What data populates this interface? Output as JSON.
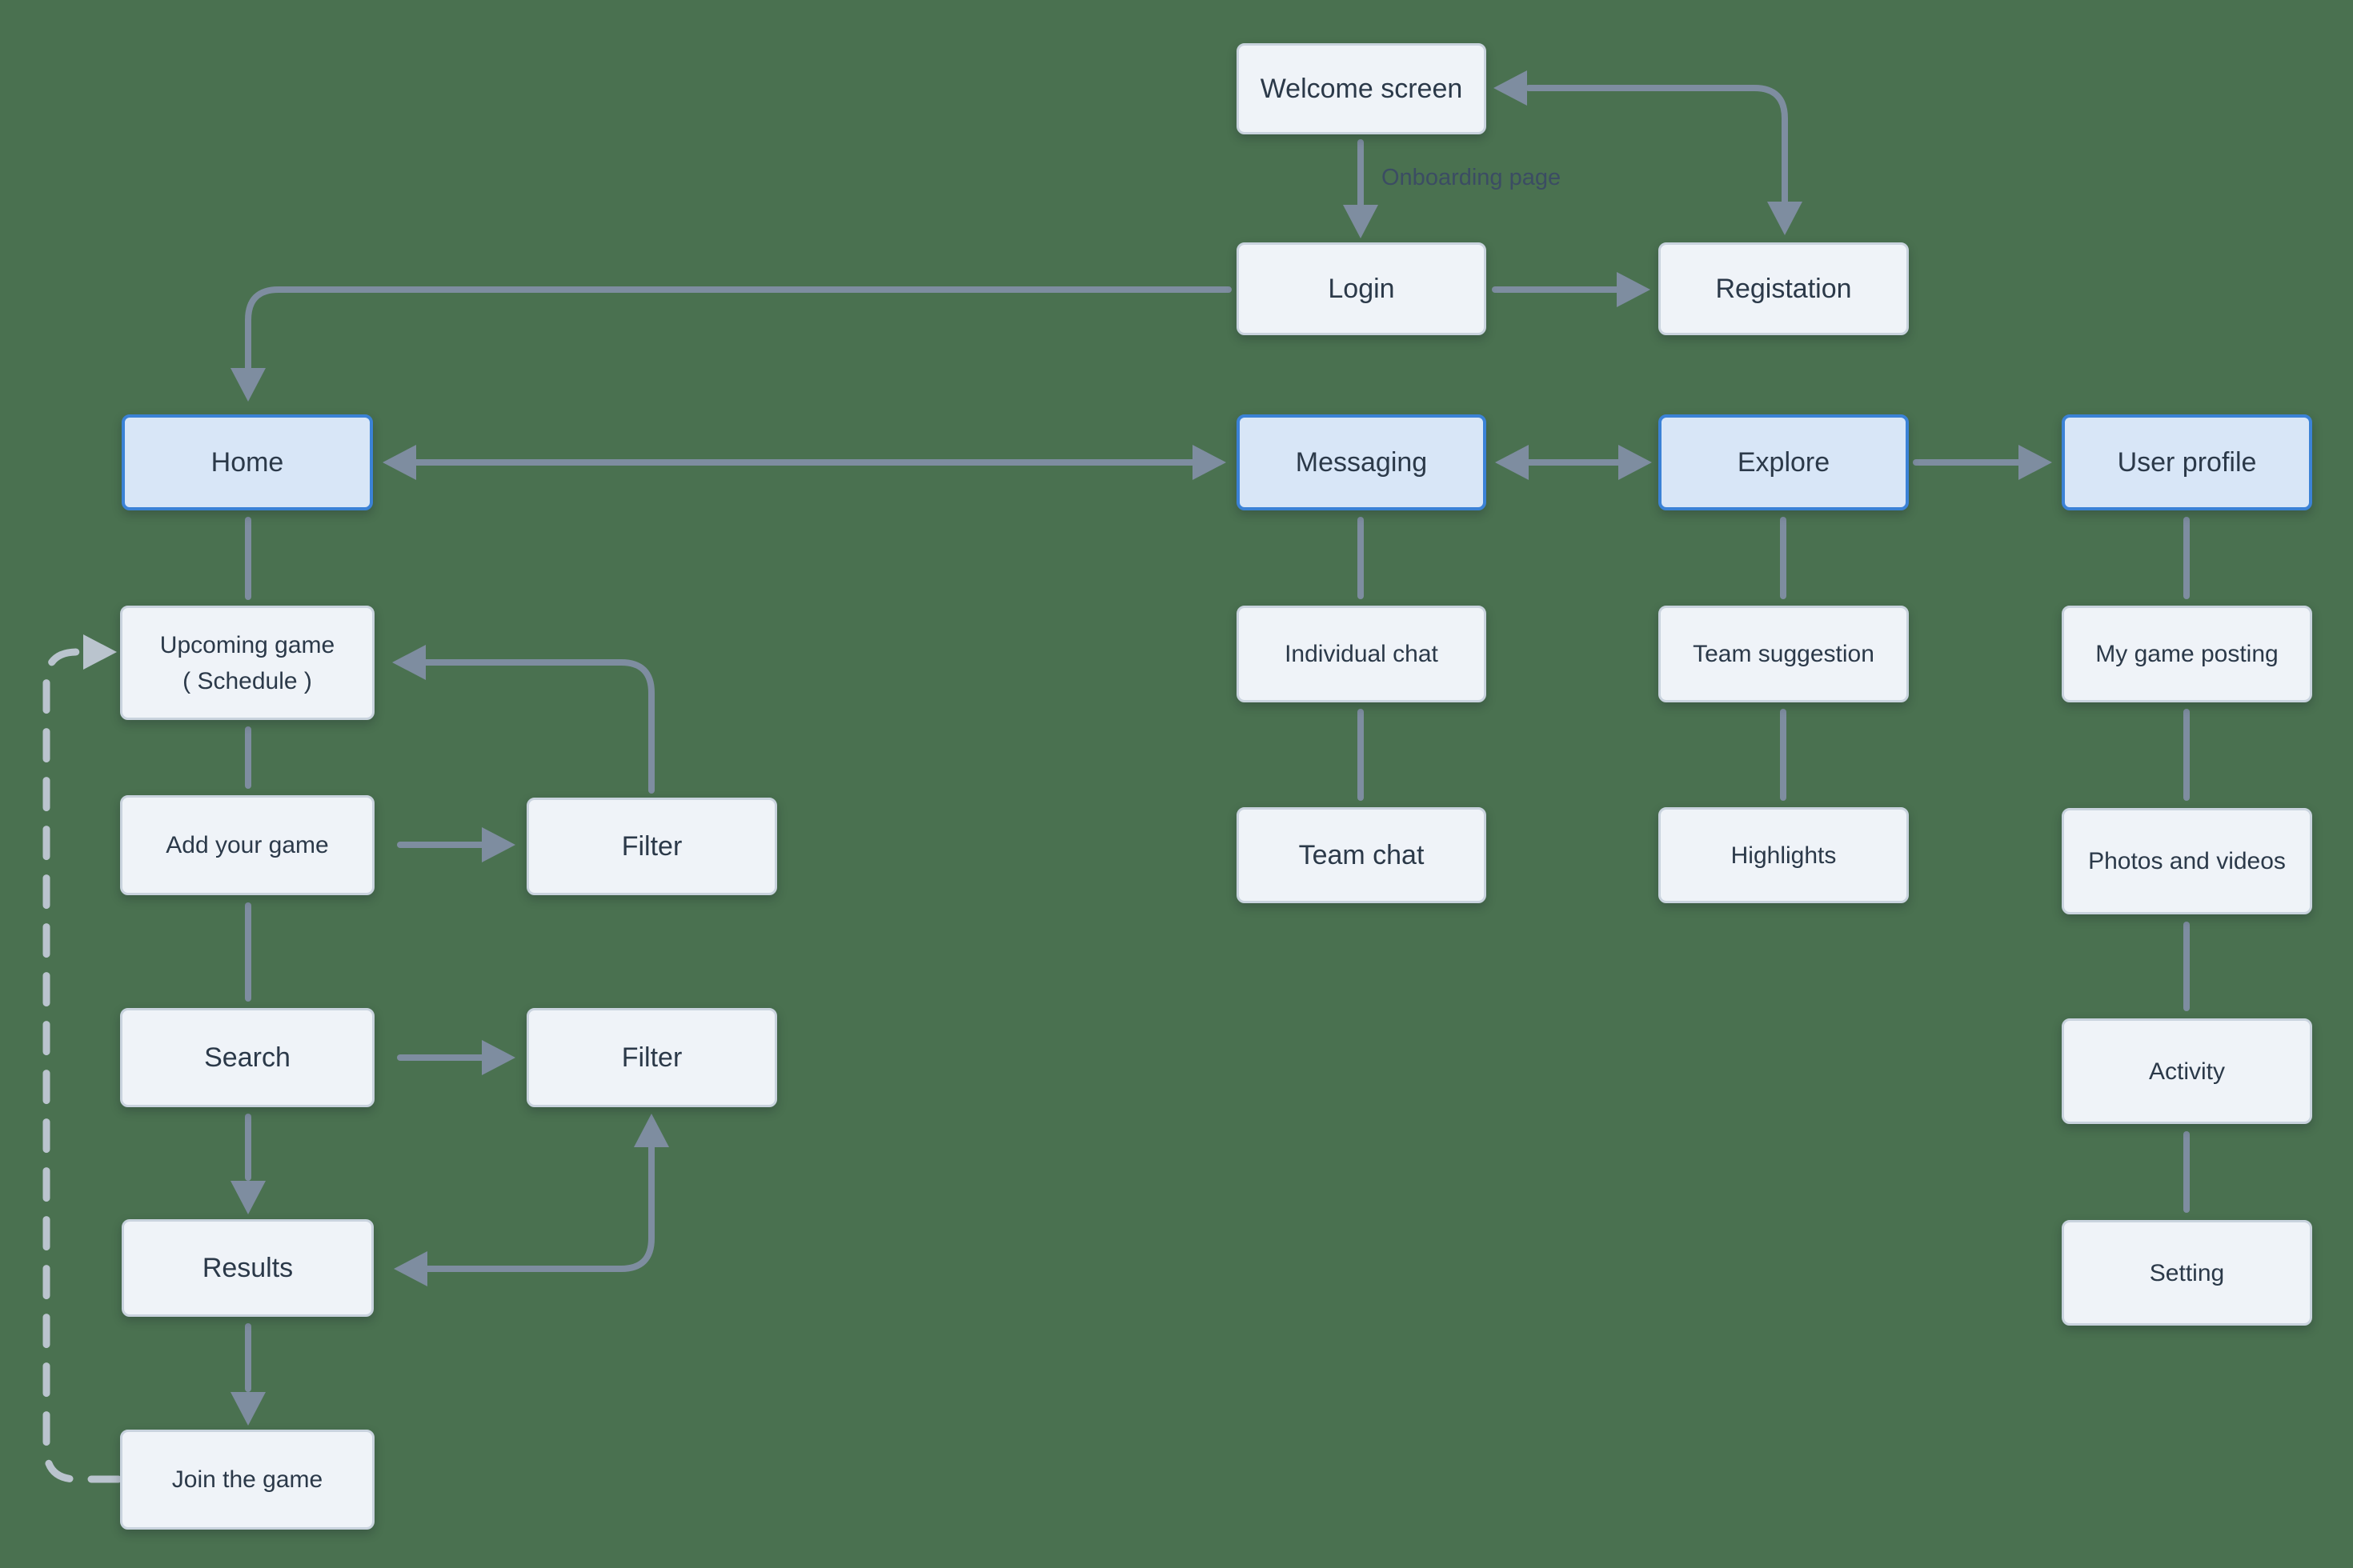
{
  "colors": {
    "background": "#4a7150",
    "node_fill": "#eff3f8",
    "node_border": "#c9d3de",
    "highlight_fill": "#d8e6f7",
    "highlight_border": "#3b82d6",
    "connector": "#7e8da0",
    "connector_dashed": "#bac4ce",
    "text": "#2b3949",
    "label_text": "#3b4c63"
  },
  "labels": {
    "onboarding": "Onboarding page"
  },
  "nodes": {
    "welcome": {
      "label": "Welcome screen",
      "highlighted": false
    },
    "login": {
      "label": "Login",
      "highlighted": false
    },
    "registration": {
      "label": "Registation",
      "highlighted": false
    },
    "home": {
      "label": "Home",
      "highlighted": true
    },
    "messaging": {
      "label": "Messaging",
      "highlighted": true
    },
    "explore": {
      "label": "Explore",
      "highlighted": true
    },
    "user_profile": {
      "label": "User profile",
      "highlighted": true
    },
    "upcoming_game": {
      "label": "Upcoming game",
      "label2": "( Schedule )",
      "highlighted": false
    },
    "add_your_game": {
      "label": "Add your game",
      "highlighted": false
    },
    "filter_a": {
      "label": "Filter",
      "highlighted": false
    },
    "search": {
      "label": "Search",
      "highlighted": false
    },
    "filter_b": {
      "label": "Filter",
      "highlighted": false
    },
    "results": {
      "label": "Results",
      "highlighted": false
    },
    "join_the_game": {
      "label": "Join the game",
      "highlighted": false
    },
    "individual_chat": {
      "label": "Individual chat",
      "highlighted": false
    },
    "team_chat": {
      "label": "Team chat",
      "highlighted": false
    },
    "team_suggestion": {
      "label": "Team suggestion",
      "highlighted": false
    },
    "highlights": {
      "label": "Highlights",
      "highlighted": false
    },
    "my_game_posting": {
      "label": "My game posting",
      "highlighted": false
    },
    "photos_and_videos": {
      "label": "Photos and videos",
      "highlighted": false
    },
    "activity": {
      "label": "Activity",
      "highlighted": false
    },
    "setting": {
      "label": "Setting",
      "highlighted": false
    }
  },
  "edges": [
    {
      "from": "welcome",
      "to": "login",
      "connector": "solid",
      "arrows": "forward",
      "label": "Onboarding page"
    },
    {
      "from": "registration",
      "to": "welcome",
      "connector": "solid",
      "arrows": "both"
    },
    {
      "from": "login",
      "to": "registration",
      "connector": "solid",
      "arrows": "forward"
    },
    {
      "from": "login",
      "to": "home",
      "connector": "solid",
      "arrows": "forward"
    },
    {
      "from": "home",
      "to": "messaging",
      "connector": "solid",
      "arrows": "both"
    },
    {
      "from": "messaging",
      "to": "explore",
      "connector": "solid",
      "arrows": "both"
    },
    {
      "from": "explore",
      "to": "user_profile",
      "connector": "solid",
      "arrows": "forward"
    },
    {
      "from": "home",
      "to": "upcoming_game",
      "connector": "solid",
      "arrows": "none"
    },
    {
      "from": "upcoming_game",
      "to": "add_your_game",
      "connector": "solid",
      "arrows": "none"
    },
    {
      "from": "add_your_game",
      "to": "filter_a",
      "connector": "solid",
      "arrows": "forward"
    },
    {
      "from": "filter_a",
      "to": "upcoming_game",
      "connector": "solid",
      "arrows": "forward"
    },
    {
      "from": "add_your_game",
      "to": "search",
      "connector": "solid",
      "arrows": "none"
    },
    {
      "from": "search",
      "to": "filter_b",
      "connector": "solid",
      "arrows": "forward"
    },
    {
      "from": "search",
      "to": "results",
      "connector": "solid",
      "arrows": "forward"
    },
    {
      "from": "filter_b",
      "to": "results",
      "connector": "solid",
      "arrows": "both"
    },
    {
      "from": "results",
      "to": "join_the_game",
      "connector": "solid",
      "arrows": "forward"
    },
    {
      "from": "join_the_game",
      "to": "upcoming_game",
      "connector": "dashed",
      "arrows": "forward"
    },
    {
      "from": "messaging",
      "to": "individual_chat",
      "connector": "solid",
      "arrows": "none"
    },
    {
      "from": "individual_chat",
      "to": "team_chat",
      "connector": "solid",
      "arrows": "none"
    },
    {
      "from": "explore",
      "to": "team_suggestion",
      "connector": "solid",
      "arrows": "none"
    },
    {
      "from": "team_suggestion",
      "to": "highlights",
      "connector": "solid",
      "arrows": "none"
    },
    {
      "from": "user_profile",
      "to": "my_game_posting",
      "connector": "solid",
      "arrows": "none"
    },
    {
      "from": "my_game_posting",
      "to": "photos_and_videos",
      "connector": "solid",
      "arrows": "none"
    },
    {
      "from": "photos_and_videos",
      "to": "activity",
      "connector": "solid",
      "arrows": "none"
    },
    {
      "from": "activity",
      "to": "setting",
      "connector": "solid",
      "arrows": "none"
    }
  ]
}
